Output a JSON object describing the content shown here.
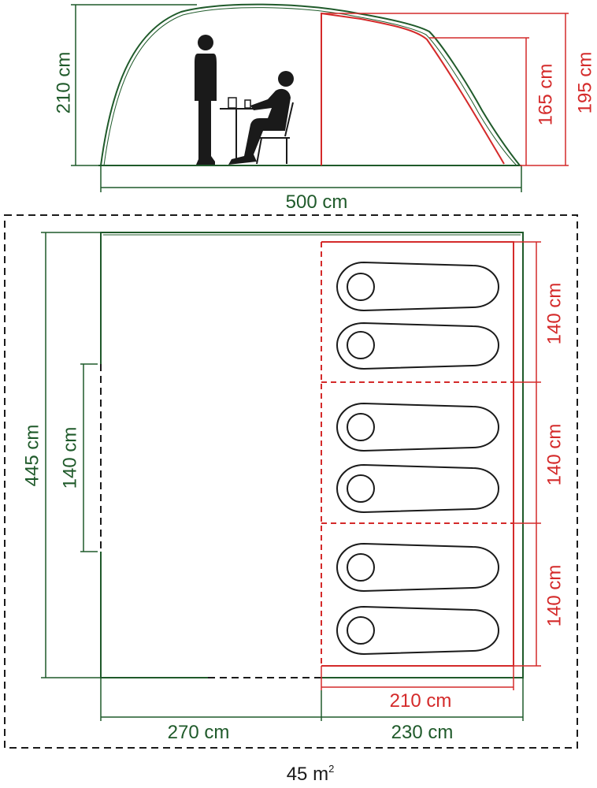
{
  "colors": {
    "green": "#1f5a2a",
    "red": "#d42a2a",
    "dark": "#1a1a1a",
    "background": "#ffffff"
  },
  "side_view": {
    "height_label": "210 cm",
    "length_label": "500 cm",
    "bedroom_height_label": "165 cm",
    "outer_height_label": "195 cm"
  },
  "floor_plan": {
    "depth_label": "445 cm",
    "door_label": "140 cm",
    "living_width_label": "270 cm",
    "bedroom_width_label": "230 cm",
    "bedroom_inner_label": "210 cm",
    "bedroom_labels": [
      "140 cm",
      "140 cm",
      "140 cm"
    ],
    "area_label": "45 m",
    "area_unit_superscript": "2"
  },
  "icons": [
    "standing-person-icon",
    "seated-person-icon",
    "table-icon",
    "chair-icon",
    "sleeping-bag-icon"
  ]
}
